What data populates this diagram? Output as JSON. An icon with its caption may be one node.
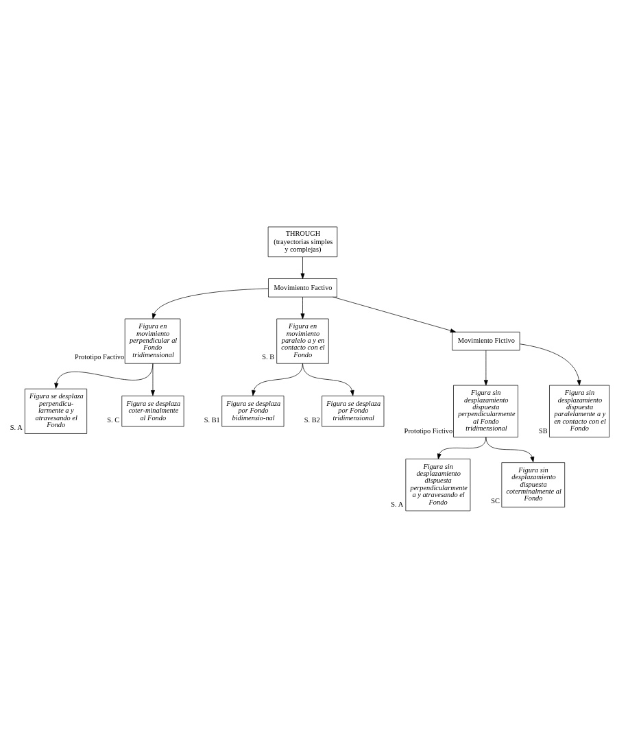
{
  "diagram": {
    "nodes": [
      {
        "text": [
          "THROUGH",
          "(trayectorias simples y complejas)"
        ]
      },
      {
        "text": [
          "Movimiento Factivo"
        ]
      },
      {
        "text": [
          "Figura en movimiento perpendicular al Fondo tridimensional"
        ],
        "beside": [
          "Prototipo Factivo"
        ]
      },
      {
        "text": [
          "Figura en movimiento paralelo a y en contacto con el Fondo"
        ],
        "beside": [
          "S. B"
        ]
      },
      {
        "text": [
          "Movimiento Fictivo"
        ]
      },
      {
        "text": [
          "Figura sin desplazamiento dispuesta perpendicularmente al Fondo tridimensional"
        ],
        "beside": [
          "Prototipo Fictivo"
        ]
      },
      {
        "text": [
          "Figura se desplaza perpendicu-larmente a y atravesando el Fondo"
        ],
        "beside": [
          "S. A"
        ]
      },
      {
        "text": [
          "Figura se desplaza coter-minalmente al Fondo"
        ],
        "beside": [
          "S. C"
        ]
      },
      {
        "text": [
          "Figura se desplaza por Fondo bidimensio-nal"
        ],
        "beside": [
          "S. B1"
        ]
      },
      {
        "text": [
          "Figura se desplaza por Fondo tridimensional"
        ],
        "beside": [
          "S. B2"
        ]
      },
      {
        "text": [
          "Figura sin desplazamiento dispuesta perpendicularmente a y atravesando el Fondo"
        ],
        "beside": [
          "S. A"
        ]
      },
      {
        "text": [
          "Figura sin desplazamiento dispuesta coterminalmente al Fondo"
        ],
        "beside": [
          "SC"
        ]
      },
      {
        "text": [
          "Figura sin desplazamiento dispuesta paralelamente a y en contacto con el Fondo"
        ],
        "beside": [
          "SB"
        ]
      }
    ],
    "edges": [
      {
        "from": 0,
        "to": 1,
        "arrow": "to"
      },
      {
        "from": 1,
        "to": 2,
        "arrow": "to"
      },
      {
        "from": 1,
        "to": 3,
        "arrow": "to"
      },
      {
        "from": 1,
        "to": 4,
        "arrow": "to"
      },
      {
        "from": 2,
        "to": 6,
        "arrow": "to"
      },
      {
        "from": 2,
        "to": 7,
        "arrow": "to"
      },
      {
        "from": 3,
        "to": 8,
        "arrow": "to"
      },
      {
        "from": 3,
        "to": 9,
        "arrow": "to"
      },
      {
        "from": 4,
        "to": 5,
        "arrow": "to"
      },
      {
        "from": 4,
        "to": 12,
        "arrow": "to"
      },
      {
        "from": 5,
        "to": 10,
        "arrow": "to"
      },
      {
        "from": 5,
        "to": 11,
        "arrow": "to"
      }
    ]
  }
}
